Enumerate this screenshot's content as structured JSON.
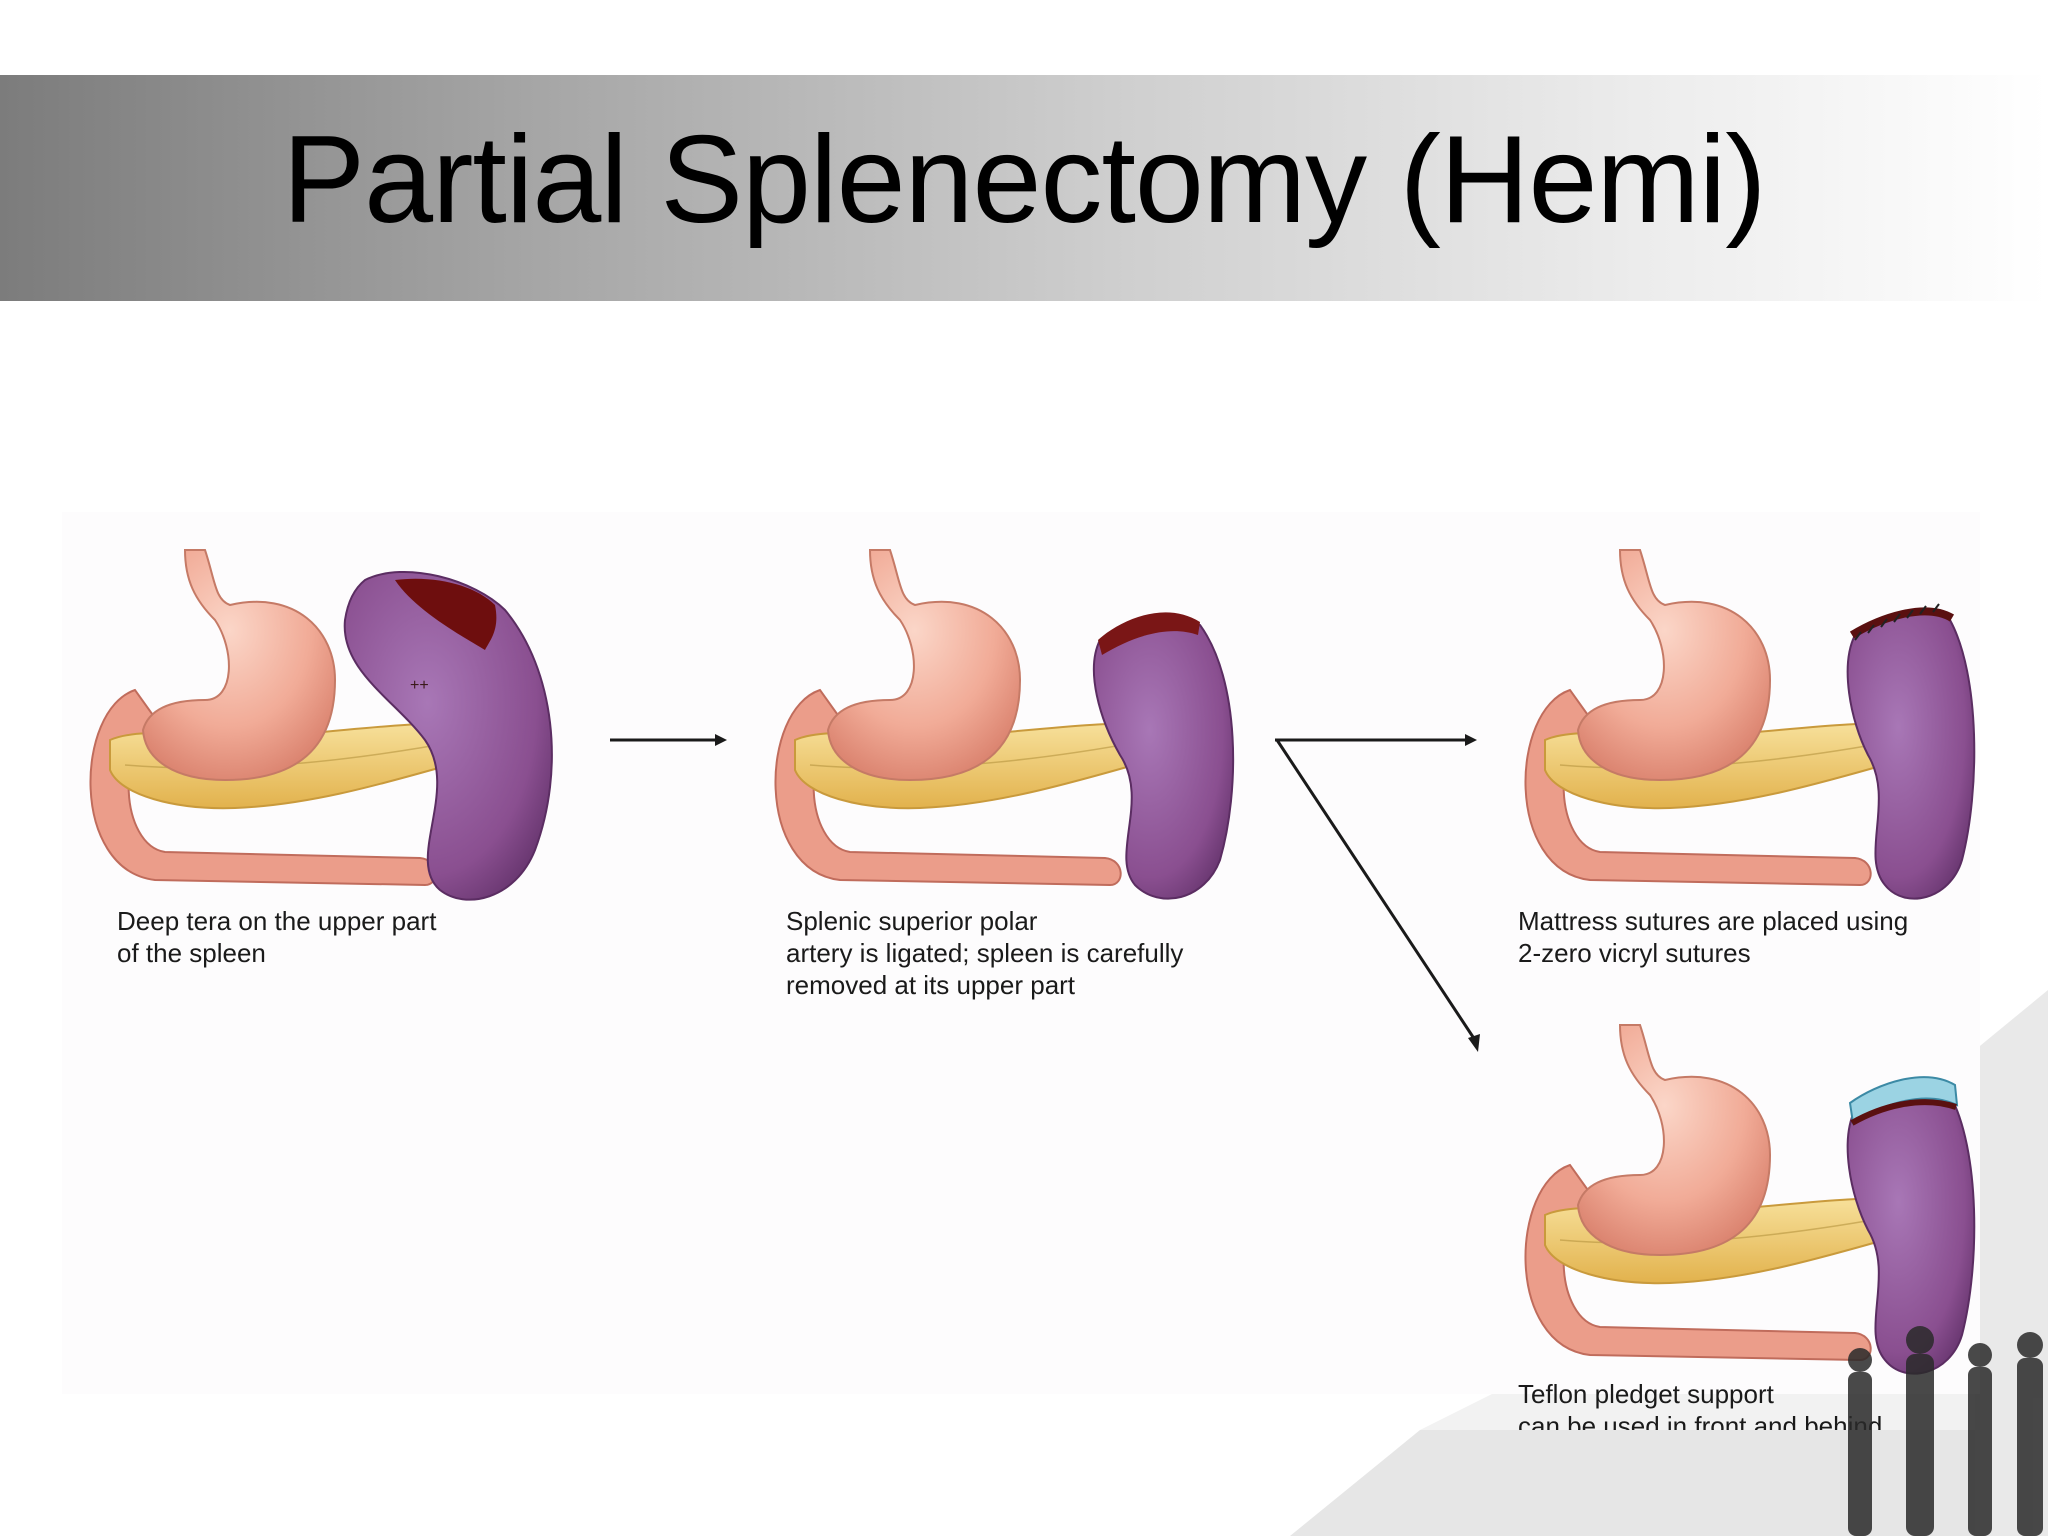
{
  "slide": {
    "title": "Partial Splenectomy (Hemi)"
  },
  "figure": {
    "panels": [
      {
        "id": "step1",
        "caption": "Deep tera on the upper part\nof the spleen"
      },
      {
        "id": "step2",
        "caption": "Splenic superior polar\nartery is ligated; spleen is carefully\nremoved at its upper part"
      },
      {
        "id": "step3a",
        "caption": "Mattress sutures are placed using\n2-zero vicryl sutures"
      },
      {
        "id": "step3b",
        "caption": "Teflon pledget support\ncan be used in front and behind"
      }
    ]
  },
  "colors": {
    "stomach": "#f3b7a6",
    "pancreas": "#f2d176",
    "spleen": "#9a5a9e",
    "tear": "#6e0e0e",
    "title_text": "#000000"
  }
}
